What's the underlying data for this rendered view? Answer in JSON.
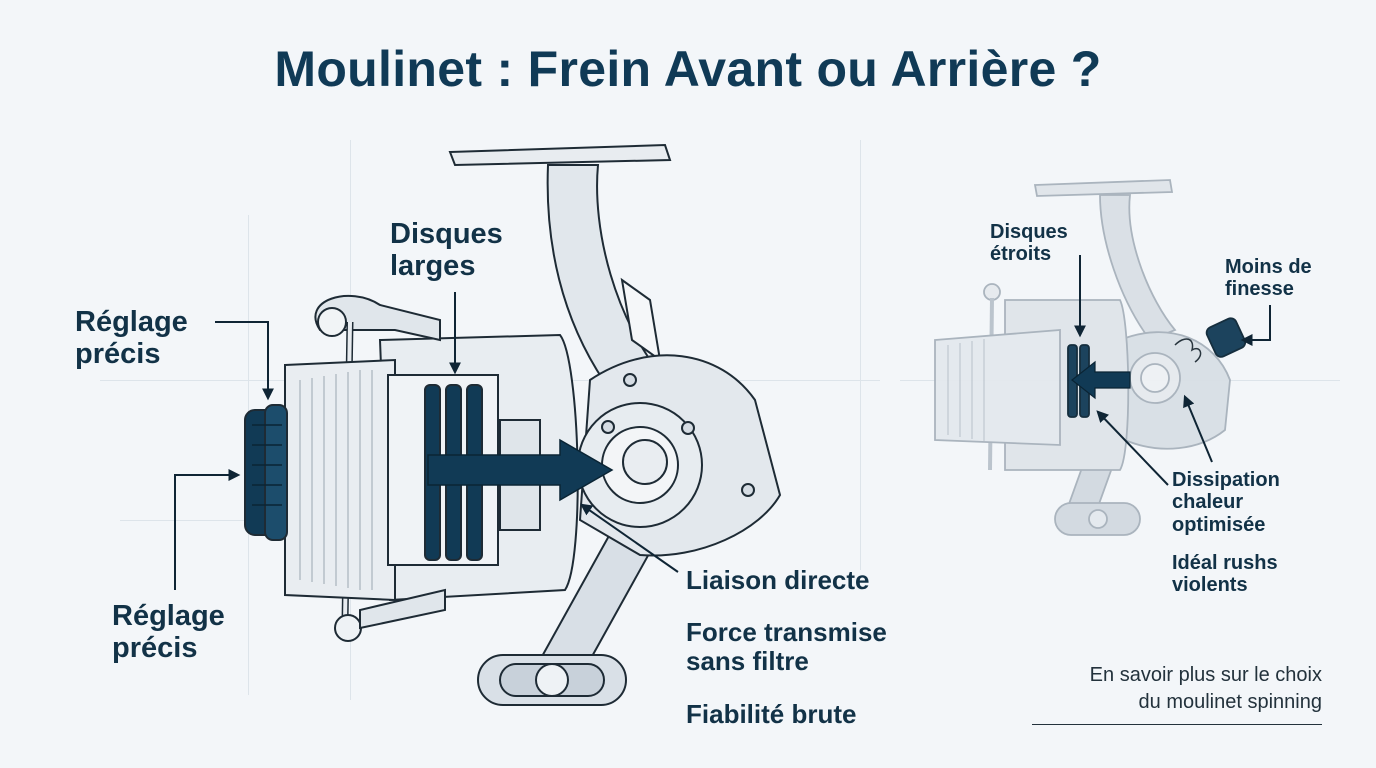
{
  "title": "Moulinet : Frein Avant ou Arrière ?",
  "front_reel": {
    "labels": {
      "disques": "Disques\nlarges",
      "reglage_top": "Réglage\nprécis",
      "reglage_bottom": "Réglage\nprécis",
      "liaison": "Liaison directe",
      "force": "Force transmise\nsans filtre",
      "fiabilite": "Fiabilité brute"
    }
  },
  "rear_reel": {
    "labels": {
      "disques": "Disques\nétroits",
      "finesse": "Moins de\nfinesse",
      "dissipation": "Dissipation\nchaleur\noptimisée",
      "ideal": "Idéal rushs\nviolents"
    }
  },
  "link": {
    "text": "En savoir plus sur le choix\ndu moulinet spinning"
  },
  "colors": {
    "accent": "#113a55",
    "outline": "#1e2b35",
    "metal": "#dfe5ea",
    "ghost": "#c4ccd5"
  }
}
